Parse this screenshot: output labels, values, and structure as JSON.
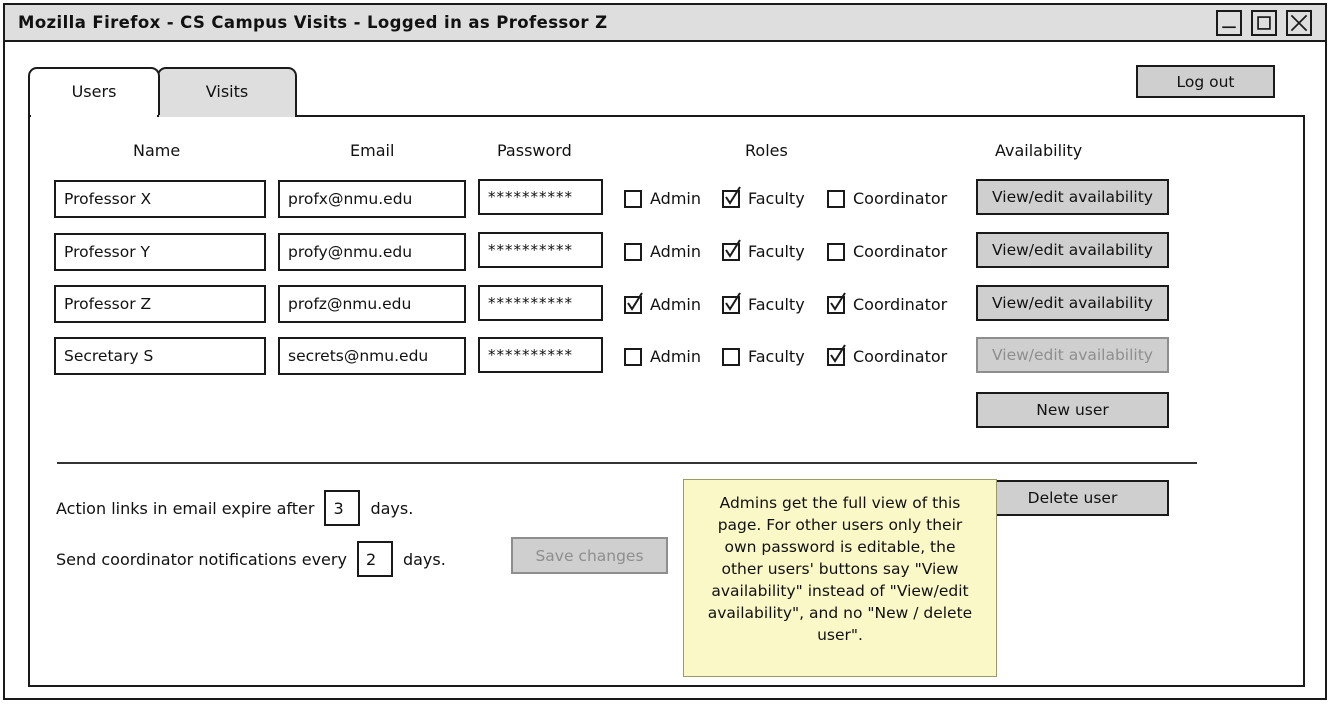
{
  "window": {
    "title": "Mozilla Firefox - CS Campus Visits - Logged in as Professor Z",
    "controls": [
      {
        "name": "minimize",
        "glyph": "_"
      },
      {
        "name": "maximize",
        "glyph": "square"
      },
      {
        "name": "close",
        "glyph": "X"
      }
    ]
  },
  "tabs": [
    {
      "label": "Users",
      "active": true
    },
    {
      "label": "Visits",
      "active": false
    }
  ],
  "toolbar": {
    "logout_label": "Log out"
  },
  "table": {
    "headers": {
      "name": "Name",
      "email": "Email",
      "password": "Password",
      "roles": "Roles",
      "availability": "Availability"
    },
    "role_labels": {
      "admin": "Admin",
      "faculty": "Faculty",
      "coordinator": "Coordinator"
    },
    "rows": [
      {
        "name": "Professor X",
        "email": "profx@nmu.edu",
        "password": "**********",
        "admin": false,
        "faculty": true,
        "coordinator": false,
        "availability_label": "View/edit availability",
        "availability_disabled": false
      },
      {
        "name": "Professor Y",
        "email": "profy@nmu.edu",
        "password": "**********",
        "admin": false,
        "faculty": true,
        "coordinator": false,
        "availability_label": "View/edit availability",
        "availability_disabled": false
      },
      {
        "name": "Professor Z",
        "email": "profz@nmu.edu",
        "password": "**********",
        "admin": true,
        "faculty": true,
        "coordinator": true,
        "availability_label": "View/edit availability",
        "availability_disabled": false
      },
      {
        "name": "Secretary S",
        "email": "secrets@nmu.edu",
        "password": "**********",
        "admin": false,
        "faculty": false,
        "coordinator": true,
        "availability_label": "View/edit availability",
        "availability_disabled": true
      }
    ],
    "new_user_label": "New user",
    "delete_user_label": "Delete user"
  },
  "settings": {
    "expire_prefix": "Action links in email expire after",
    "expire_value": "3",
    "expire_suffix": "days.",
    "notify_prefix": "Send coordinator notifications every",
    "notify_value": "2",
    "notify_suffix": "days.",
    "save_label": "Save changes",
    "save_disabled": true
  },
  "sticky_note": {
    "text": "Admins get the full view of this page. For other users only their own password is editable, the other users' buttons say \"View availability\" instead of \"View/edit availability\", and no \"New / delete user\"."
  },
  "colors": {
    "titlebar": "#dedede",
    "button_fill": "#cfcfcf",
    "disabled_text": "#8e8e8e",
    "sticky_fill": "#fbf8c8",
    "outline": "#1a1a1a"
  }
}
